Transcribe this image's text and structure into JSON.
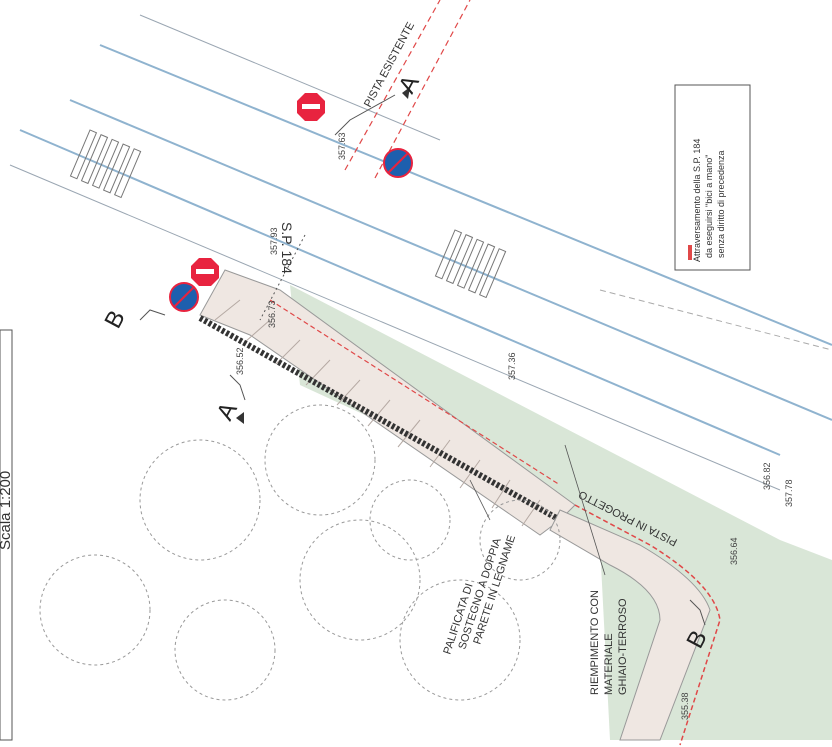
{
  "scale_label": "Scala 1:200",
  "road": {
    "name": "S.P. 184",
    "existing_path": "PISTA ESISTENTE"
  },
  "project": {
    "path_label": "PISTA IN PROGETTO",
    "palisade_label": [
      "PALIFICATA DI",
      "SOSTEGNO A DOPPIA",
      "PARETE IN LEGNAME"
    ],
    "fill_label": [
      "RIEMPIMENTO CON",
      "MATERIALE",
      "GHIAIO-TERROSO"
    ]
  },
  "sections": {
    "a": "A",
    "b": "B"
  },
  "elevations": [
    "357.63",
    "357.93",
    "356.73",
    "356.52",
    "357.36",
    "356.82",
    "357.78",
    "356.64",
    "355.38"
  ],
  "legend": {
    "lines": [
      "Attraversamento della S.P. 184",
      "da eseguirsi \"bici a mano\"",
      "senza diritto di precedenza"
    ]
  },
  "colors": {
    "stop_sign": "#e8233f",
    "blue_sign": "#1d5fae",
    "red_line": "#e04848",
    "green_fill": "#d9e6d7",
    "road_line": "#8fb3cf"
  }
}
